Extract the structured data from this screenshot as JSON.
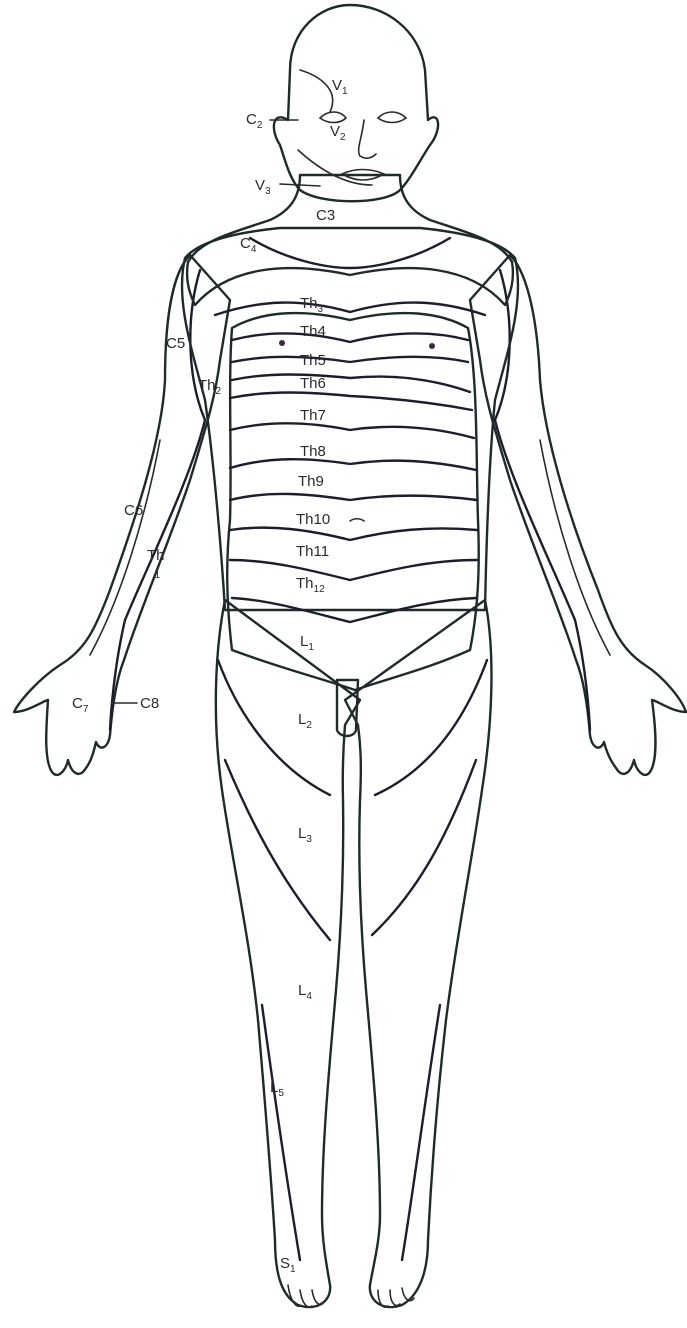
{
  "colors": {
    "trigeminal_cervical": "#f4ef55",
    "upper_limb": "#e4c8b8",
    "thoracic": "#8d6a97",
    "lumbar_sacral": "#cde8ee",
    "outline": "#1f2a2a"
  },
  "labels": {
    "v1": {
      "main": "V",
      "sub": "1"
    },
    "v2": {
      "main": "V",
      "sub": "2"
    },
    "v3": {
      "main": "V",
      "sub": "3"
    },
    "c2": {
      "main": "C",
      "sub": "2"
    },
    "c3": {
      "main": "C3",
      "sub": ""
    },
    "c4": {
      "main": "C",
      "sub": "4"
    },
    "c5": {
      "main": "C5",
      "sub": ""
    },
    "c6": {
      "main": "C6",
      "sub": ""
    },
    "c7": {
      "main": "C",
      "sub": "7"
    },
    "c8": {
      "main": "C8",
      "sub": ""
    },
    "th1": {
      "main": "Th",
      "sub": "1"
    },
    "th2": {
      "main": "Th",
      "sub": "2"
    },
    "th3": {
      "main": "Th",
      "sub": "3"
    },
    "th4": {
      "main": "Th4",
      "sub": ""
    },
    "th5": {
      "main": "Th5",
      "sub": ""
    },
    "th6": {
      "main": "Th6",
      "sub": ""
    },
    "th7": {
      "main": "Th7",
      "sub": ""
    },
    "th8": {
      "main": "Th8",
      "sub": ""
    },
    "th9": {
      "main": "Th9",
      "sub": ""
    },
    "th10": {
      "main": "Th10",
      "sub": ""
    },
    "th11": {
      "main": "Th11",
      "sub": ""
    },
    "th12": {
      "main": "Th",
      "sub": "12"
    },
    "l1": {
      "main": "L",
      "sub": "1"
    },
    "l2": {
      "main": "L",
      "sub": "2"
    },
    "l3": {
      "main": "L",
      "sub": "3"
    },
    "l4": {
      "main": "L",
      "sub": "4"
    },
    "l5": {
      "main": "L",
      "sub": "5"
    },
    "s1": {
      "main": "S",
      "sub": "1"
    }
  }
}
